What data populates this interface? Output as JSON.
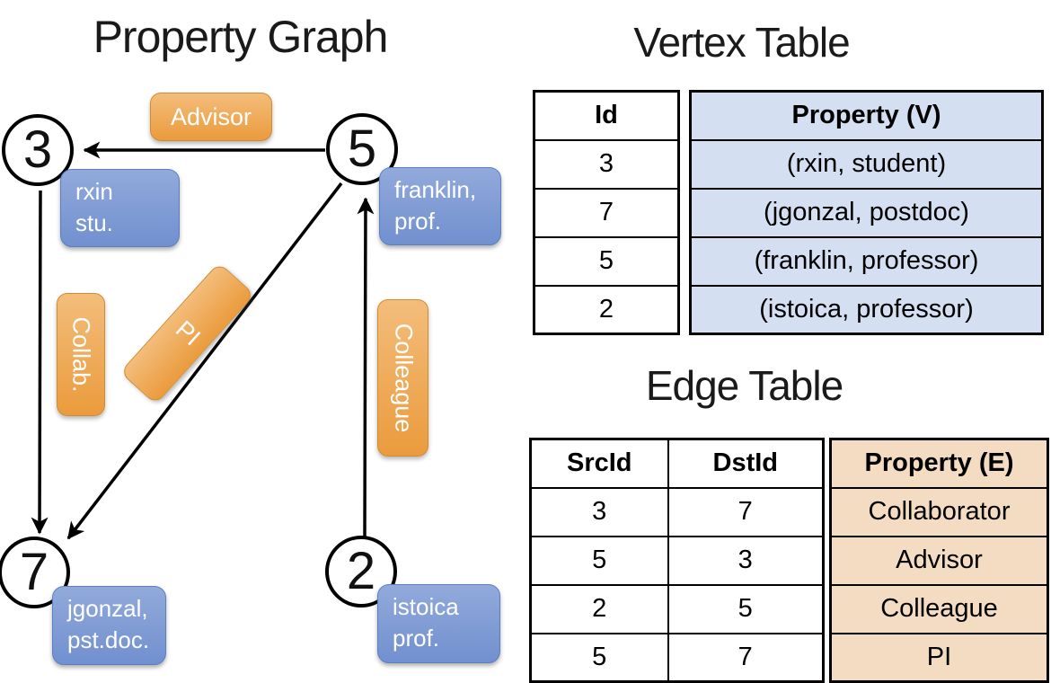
{
  "graph": {
    "title": "Property Graph",
    "nodes": [
      {
        "id": "3",
        "property": [
          "rxin",
          "stu."
        ]
      },
      {
        "id": "5",
        "property": [
          "franklin,",
          "prof."
        ]
      },
      {
        "id": "7",
        "property": [
          "jgonzal,",
          "pst.doc."
        ]
      },
      {
        "id": "2",
        "property": [
          "istoica",
          "prof."
        ]
      }
    ],
    "edges": [
      {
        "label": "Advisor",
        "from": "5",
        "to": "3"
      },
      {
        "label": "Collab.",
        "from": "3",
        "to": "7"
      },
      {
        "label": "PI",
        "from": "5",
        "to": "7"
      },
      {
        "label": "Colleague",
        "from": "2",
        "to": "5"
      }
    ]
  },
  "vertex_table": {
    "title": "Vertex Table",
    "columns": [
      "Id",
      "Property (V)"
    ],
    "rows": [
      [
        "3",
        "(rxin, student)"
      ],
      [
        "7",
        "(jgonzal, postdoc)"
      ],
      [
        "5",
        "(franklin, professor)"
      ],
      [
        "2",
        "(istoica, professor)"
      ]
    ]
  },
  "edge_table": {
    "title": "Edge Table",
    "columns": [
      "SrcId",
      "DstId",
      "Property (E)"
    ],
    "rows": [
      [
        "3",
        "7",
        "Collaborator"
      ],
      [
        "5",
        "3",
        "Advisor"
      ],
      [
        "2",
        "5",
        "Colleague"
      ],
      [
        "5",
        "7",
        "PI"
      ]
    ]
  },
  "colors": {
    "edge_accent_top": "#f3bd7b",
    "edge_accent_bottom": "#eb9b3d",
    "edge_accent_border": "#d08c30",
    "node_accent_top": "#92aadb",
    "node_accent_bottom": "#7190cf",
    "node_accent_border": "#5c7fc0",
    "vertex_cell_bg": "#d5dff2",
    "edge_cell_bg": "#f4dcc2",
    "line_color": "#000000"
  }
}
